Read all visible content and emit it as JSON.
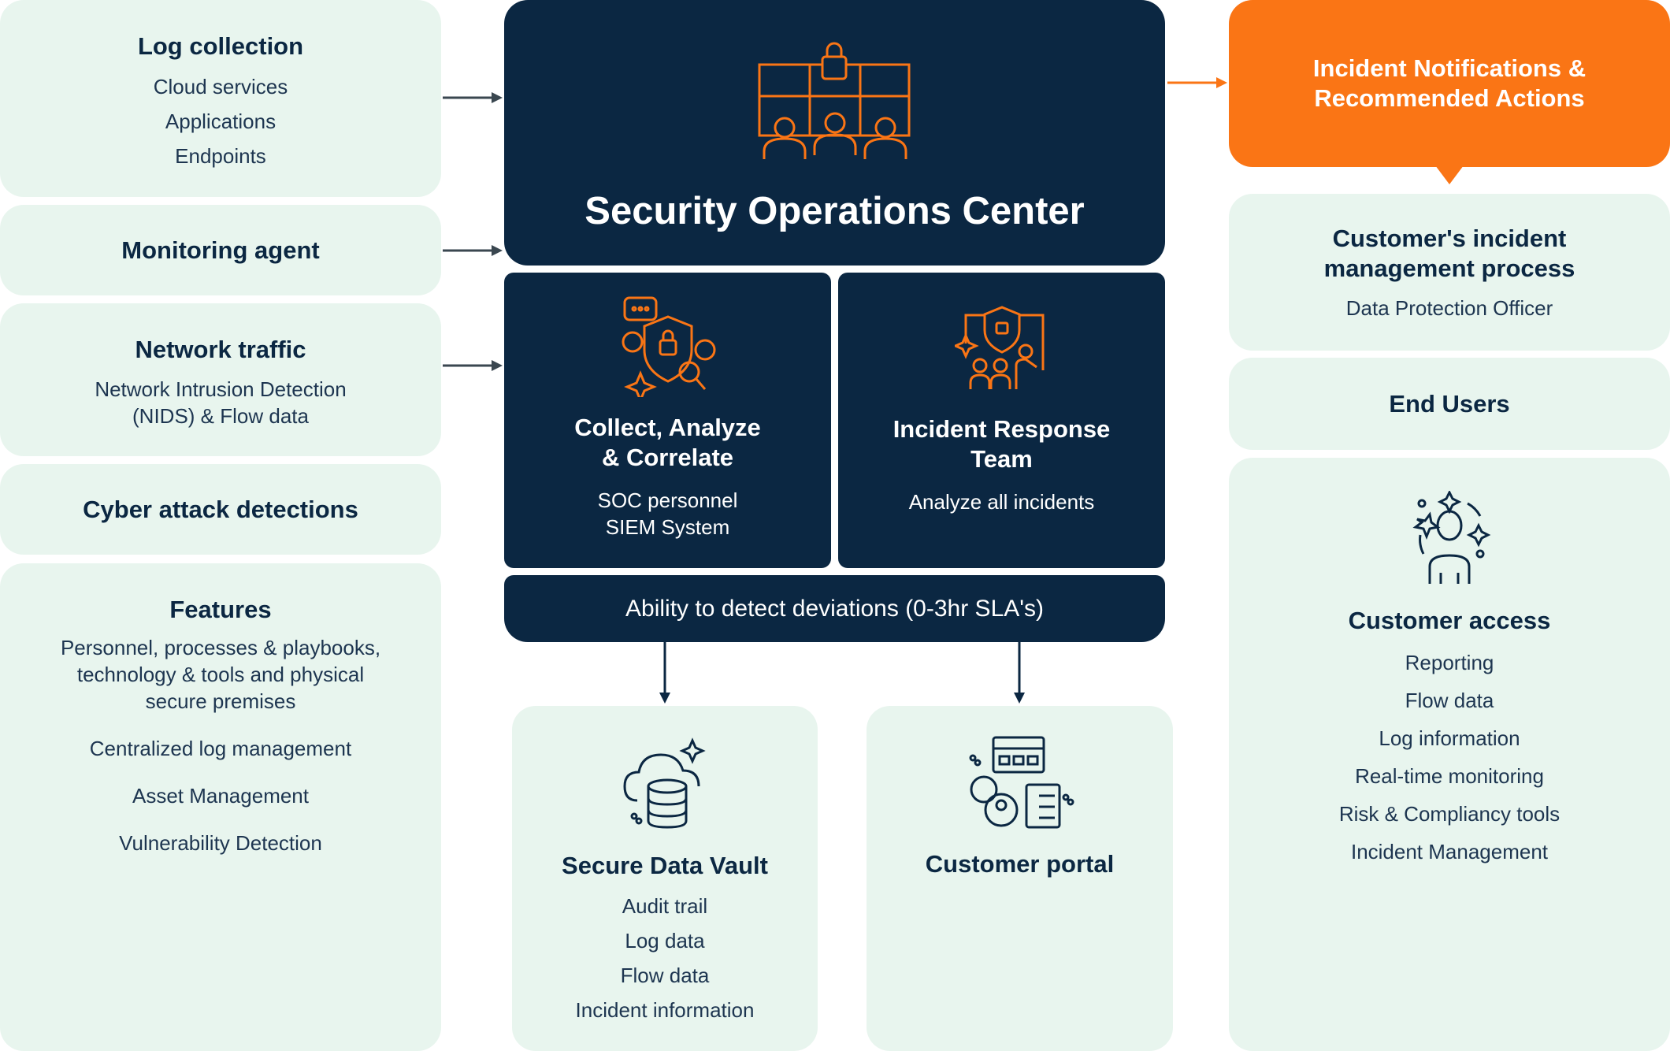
{
  "colors": {
    "navy": "#0b2742",
    "orange": "#fa7515",
    "light": "#e8f5ee"
  },
  "left": {
    "log": {
      "title": "Log collection",
      "items": [
        "Cloud services",
        "Applications",
        "Endpoints"
      ]
    },
    "monitoring": {
      "title": "Monitoring agent"
    },
    "network": {
      "title": "Network traffic",
      "items": [
        "Network Intrusion Detection",
        "(NIDS) & Flow data"
      ]
    },
    "cyber": {
      "title": "Cyber attack detections"
    },
    "features": {
      "title": "Features",
      "items": [
        "Personnel, processes & playbooks,",
        "technology & tools and physical",
        "secure premises",
        "Centralized log management",
        "Asset Management",
        "Vulnerability Detection"
      ]
    }
  },
  "center": {
    "soc": {
      "title": "Security Operations Center"
    },
    "collect": {
      "title1": "Collect, Analyze",
      "title2": "& Correlate",
      "items": [
        "SOC personnel",
        "SIEM System"
      ]
    },
    "ir": {
      "title1": "Incident Response",
      "title2": "Team",
      "items": [
        "Analyze all incidents"
      ]
    },
    "ability": "Ability to detect deviations (0-3hr SLA's)",
    "vault": {
      "title": "Secure Data Vault",
      "items": [
        "Audit trail",
        "Log data",
        "Flow data",
        "Incident information"
      ]
    },
    "portal": {
      "title": "Customer portal"
    }
  },
  "right": {
    "notif": {
      "title1": "Incident Notifications &",
      "title2": "Recommended Actions"
    },
    "process": {
      "title1": "Customer's incident",
      "title2": "management process",
      "items": [
        "Data Protection Officer"
      ]
    },
    "endusers": {
      "title": "End Users"
    },
    "access": {
      "title": "Customer access",
      "items": [
        "Reporting",
        "Flow data",
        "Log information",
        "Real-time monitoring",
        "Risk & Compliancy tools",
        "Incident Management"
      ]
    }
  }
}
